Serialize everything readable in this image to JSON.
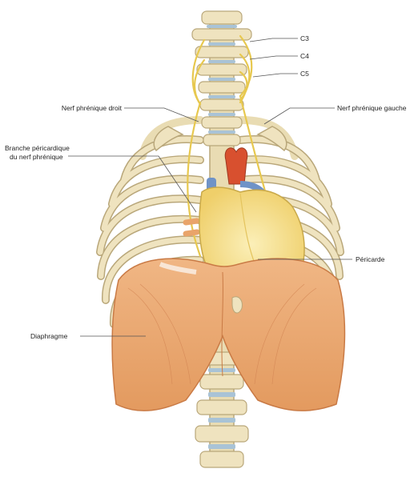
{
  "labels": {
    "c3": "C3",
    "c4": "C4",
    "c5": "C5",
    "right_phrenic": "Nerf phrénique droit",
    "left_phrenic": "Nerf phrénique gauche",
    "pericardial_branch_line1": "Branche péricardique",
    "pericardial_branch_line2": "du nerf phrénique",
    "pericardium": "Péricarde",
    "diaphragm": "Diaphragme"
  },
  "colors": {
    "bone": "#efe3bf",
    "bone_outline": "#b9a77a",
    "cartilage": "#a9c3d6",
    "nerve": "#e7c84f",
    "heart_red": "#d8502f",
    "pericardium": "#f6df86",
    "muscle": "#e9a46a",
    "muscle_dark": "#c97a45",
    "leader_line": "#555555"
  }
}
